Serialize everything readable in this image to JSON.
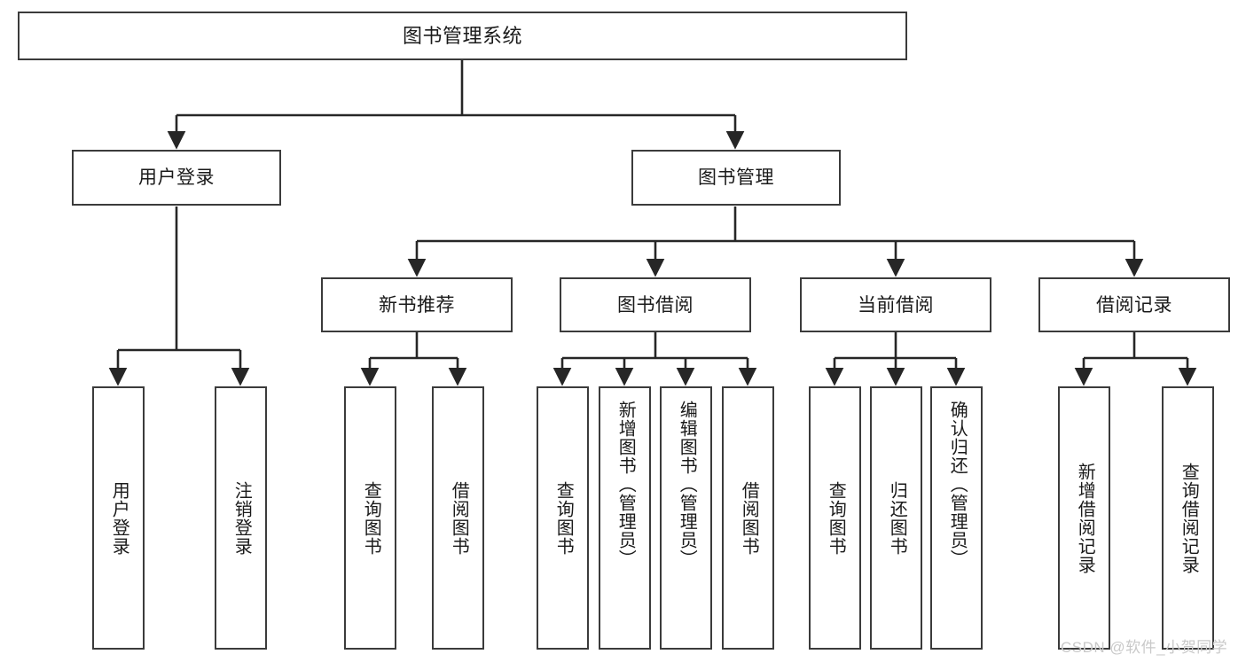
{
  "diagram": {
    "type": "tree",
    "title": "图书管理系统",
    "watermark": "CSDN @软件_小贺同学",
    "colors": {
      "box_border": "#3b3b3b",
      "box_fill": "#ffffff",
      "connector": "#262626",
      "text": "#1a1a1a",
      "watermark": "#c9c9c9"
    },
    "nodes": {
      "root": {
        "label": "图书管理系统",
        "level": 1
      },
      "n_user_login": {
        "label": "用户登录",
        "level": 2
      },
      "n_book_mgmt": {
        "label": "图书管理",
        "level": 2
      },
      "n_new_book": {
        "label": "新书推荐",
        "level": 3
      },
      "n_borrow": {
        "label": "图书借阅",
        "level": 3
      },
      "n_current": {
        "label": "当前借阅",
        "level": 3
      },
      "n_record": {
        "label": "借阅记录",
        "level": 3
      },
      "l_user_login": {
        "label": "用户登录",
        "level": 4
      },
      "l_logout": {
        "label": "注销登录",
        "level": 4
      },
      "l_query_book_1": {
        "label": "查询图书",
        "level": 4
      },
      "l_borrow_book_1": {
        "label": "借阅图书",
        "level": 4
      },
      "l_query_book_2": {
        "label": "查询图书",
        "level": 4
      },
      "l_add_book": {
        "label": "新增图书（管理员）",
        "level": 4
      },
      "l_edit_book": {
        "label": "编辑图书（管理员）",
        "level": 4
      },
      "l_borrow_book_2": {
        "label": "借阅图书",
        "level": 4
      },
      "l_query_book_3": {
        "label": "查询图书",
        "level": 4
      },
      "l_return_book": {
        "label": "归还图书",
        "level": 4
      },
      "l_confirm_return": {
        "label": "确认归还（管理员）",
        "level": 4
      },
      "l_add_record": {
        "label": "新增借阅记录",
        "level": 4
      },
      "l_query_record": {
        "label": "查询借阅记录",
        "level": 4
      }
    },
    "edges": [
      {
        "from": "root",
        "to": "n_user_login"
      },
      {
        "from": "root",
        "to": "n_book_mgmt"
      },
      {
        "from": "n_user_login",
        "to": "l_user_login"
      },
      {
        "from": "n_user_login",
        "to": "l_logout"
      },
      {
        "from": "n_book_mgmt",
        "to": "n_new_book"
      },
      {
        "from": "n_book_mgmt",
        "to": "n_borrow"
      },
      {
        "from": "n_book_mgmt",
        "to": "n_current"
      },
      {
        "from": "n_book_mgmt",
        "to": "n_record"
      },
      {
        "from": "n_new_book",
        "to": "l_query_book_1"
      },
      {
        "from": "n_new_book",
        "to": "l_borrow_book_1"
      },
      {
        "from": "n_borrow",
        "to": "l_query_book_2"
      },
      {
        "from": "n_borrow",
        "to": "l_add_book"
      },
      {
        "from": "n_borrow",
        "to": "l_edit_book"
      },
      {
        "from": "n_borrow",
        "to": "l_borrow_book_2"
      },
      {
        "from": "n_current",
        "to": "l_query_book_3"
      },
      {
        "from": "n_current",
        "to": "l_return_book"
      },
      {
        "from": "n_current",
        "to": "l_confirm_return"
      },
      {
        "from": "n_record",
        "to": "l_add_record"
      },
      {
        "from": "n_record",
        "to": "l_query_record"
      }
    ]
  }
}
